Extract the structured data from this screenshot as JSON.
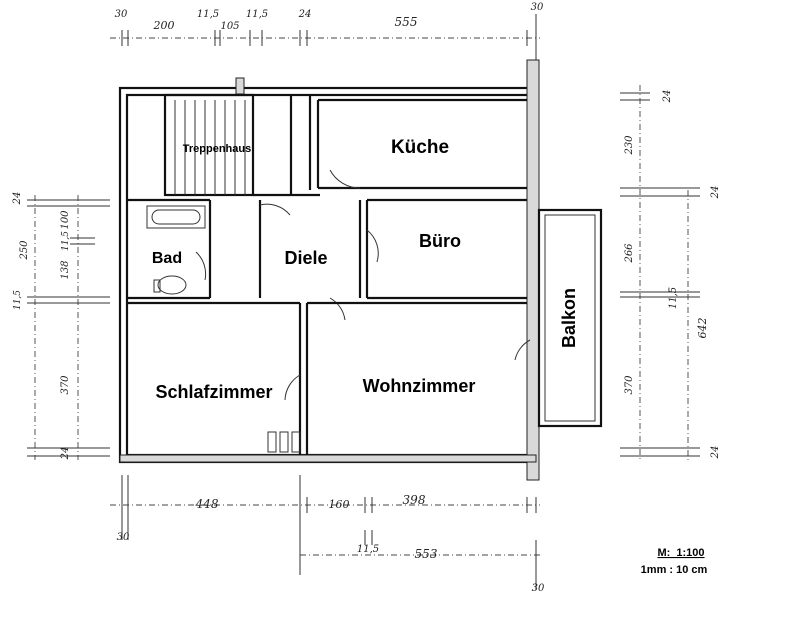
{
  "rooms": {
    "treppenhaus": "Treppenhaus",
    "kueche": "Küche",
    "bad": "Bad",
    "diele": "Diele",
    "buero": "Büro",
    "balkon": "Balkon",
    "schlafzimmer": "Schlafzimmer",
    "wohnzimmer": "Wohnzimmer"
  },
  "dimensions": {
    "top": [
      "30",
      "200",
      "11,5",
      "105",
      "11,5",
      "24",
      "555",
      "30"
    ],
    "bottom_inner": [
      "448",
      "160",
      "398"
    ],
    "bottom_outer": [
      "30",
      "11,5",
      "553",
      "30"
    ],
    "left": [
      "24",
      "100",
      "11,5",
      "250",
      "138",
      "11,5",
      "370",
      "24"
    ],
    "right_inner": [
      "24",
      "230",
      "24",
      "266",
      "11,5",
      "370",
      "24"
    ],
    "right_outer": [
      "642"
    ]
  },
  "scale": {
    "ratio": "M:  1:100",
    "legend": "1mm : 10 cm"
  }
}
